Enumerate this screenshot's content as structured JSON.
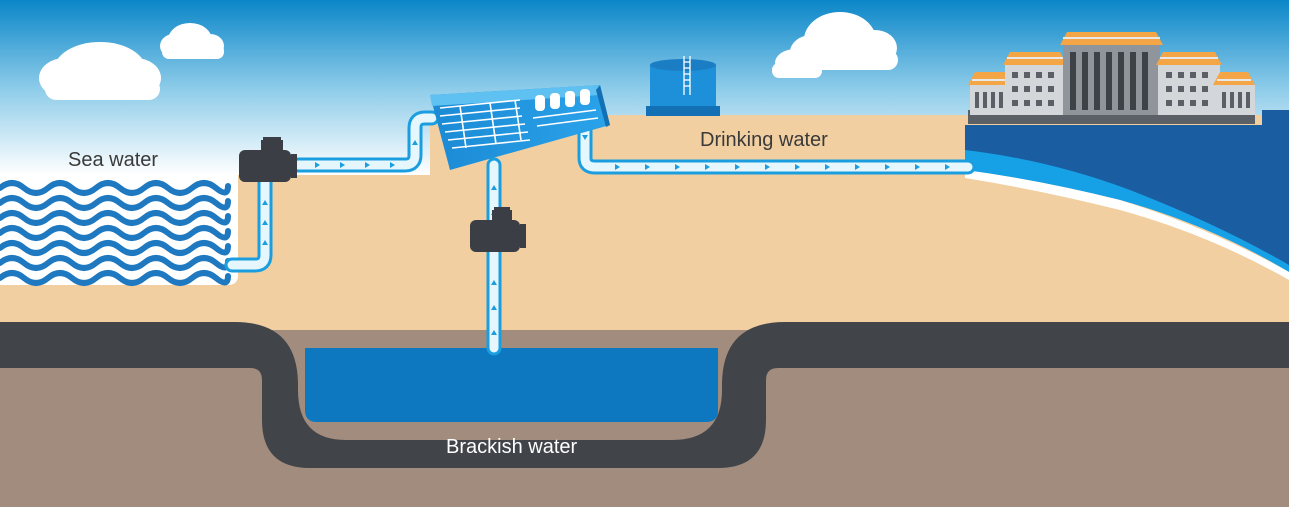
{
  "labels": {
    "sea_water": "Sea water",
    "drinking_water": "Drinking water",
    "brackish_water": "Brackish water"
  },
  "colors": {
    "sky_top": "#0a86c8",
    "cloud": "#ffffff",
    "sand": "#f2cfa1",
    "rock": "#414449",
    "deep_ground": "#a18c7e",
    "water_blue": "#0d77c0",
    "sea_wave": "#1f79c0",
    "pipe_fill": "#e6f6fd",
    "pipe_edge": "#1a9ee0",
    "unit_blue": "#1e8fd9",
    "pump": "#3b3e44",
    "text_dark": "#3a3a3a",
    "text_light": "#ffffff"
  },
  "icons": [
    "cloud-icon",
    "sea-waves-icon",
    "pump-icon",
    "treatment-plant-icon",
    "storage-tank-icon",
    "city-buildings-icon",
    "flow-arrow-icon"
  ]
}
